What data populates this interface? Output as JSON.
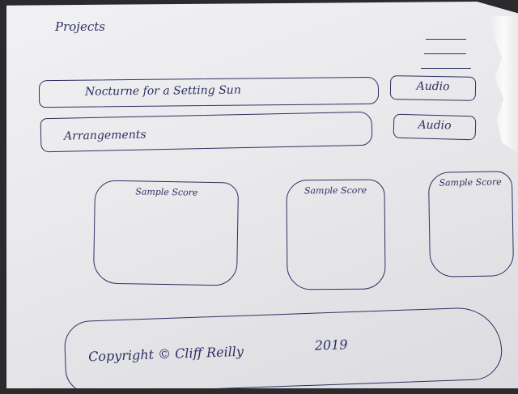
{
  "header": {
    "title": "Projects",
    "menu_icon": "hamburger-menu-icon"
  },
  "projects": [
    {
      "label": "Nocturne for a Setting Sun",
      "audio_label": "Audio"
    },
    {
      "label": "Arrangements",
      "audio_label": "Audio"
    }
  ],
  "samples": [
    {
      "label": "Sample Score"
    },
    {
      "label": "Sample Score"
    },
    {
      "label": "Sample Score"
    }
  ],
  "footer": {
    "text": "Copyright © Cliff Reilly",
    "year": "2019"
  },
  "colors": {
    "ink": "#2d2f63",
    "paper": "#eeeeef",
    "background": "#2b2b2d"
  }
}
